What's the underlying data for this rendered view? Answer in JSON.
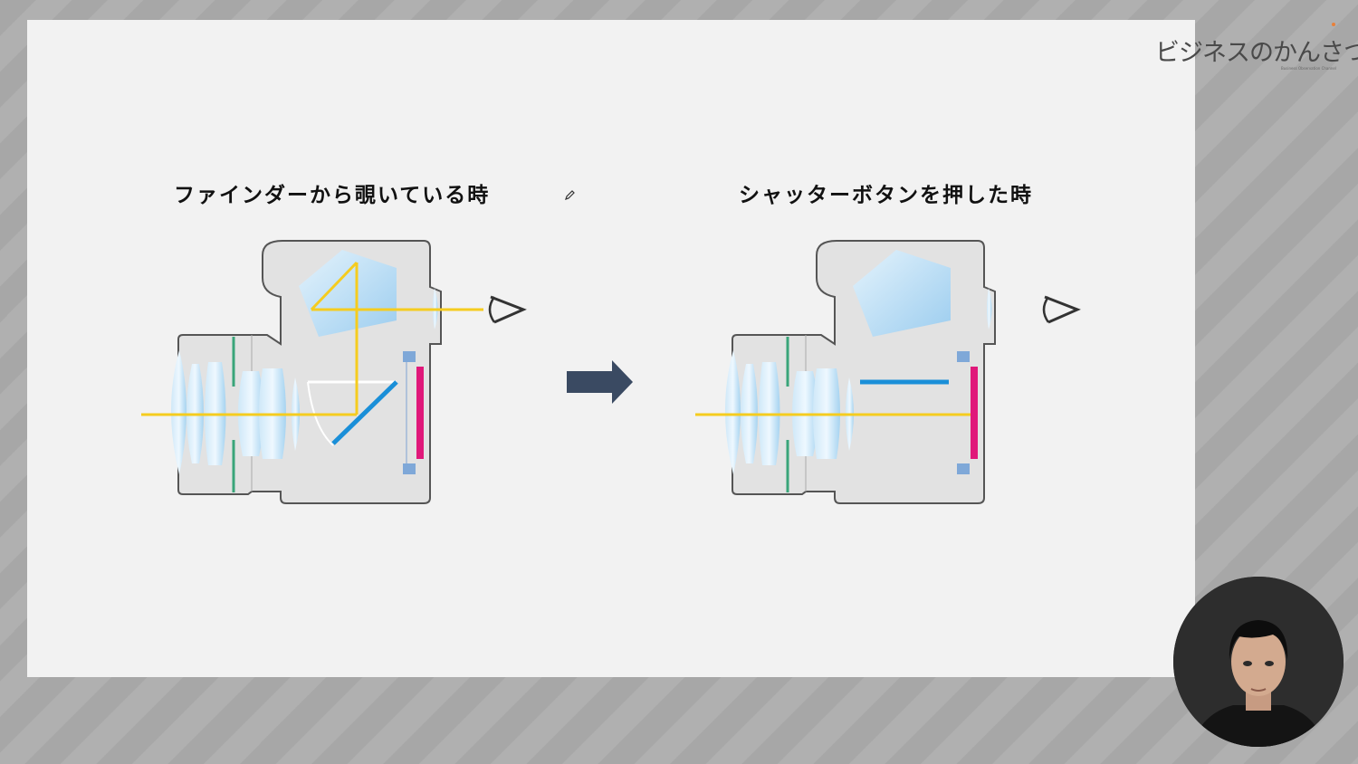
{
  "slide": {
    "title_left": "ファインダーから覗いている時",
    "title_right": "シャッターボタンを押した時"
  },
  "logo": {
    "text": "ビジネスのかんさつ",
    "subtext": "Business Observation Channel"
  },
  "icons": {
    "arrow": "right-arrow-icon",
    "eye": "eye-icon",
    "pen": "pen-icon",
    "presenter": "presenter-video"
  },
  "colors": {
    "light_path": "#f5cc1f",
    "mirror": "#1a8fd8",
    "sensor": "#e0187a",
    "aperture": "#3aa57a",
    "body": "#e2e2e2",
    "arrow": "#3a4a62"
  }
}
